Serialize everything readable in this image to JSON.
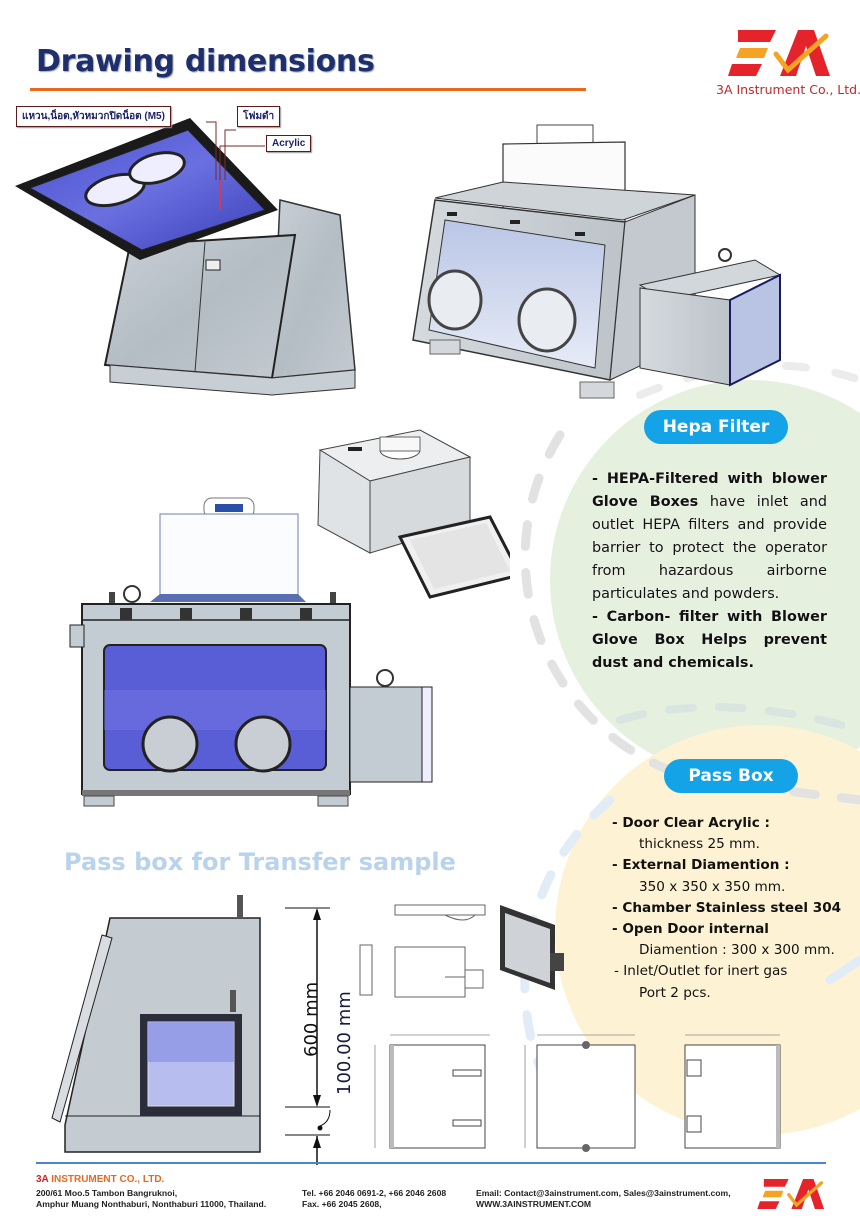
{
  "header": {
    "title": "Drawing dimensions",
    "logo_text": "3A",
    "company_name": "3A Instrument Co., Ltd."
  },
  "drawing_callouts": {
    "washer_nut_cap": "แหวน,น็อต,หัวหมวกปิดน็อต (M5)",
    "black_foam": "โฟมดำ",
    "acrylic": "Acrylic"
  },
  "hepa_filter": {
    "badge": "Hepa Filter",
    "paragraph1_bold": "- HEPA-Filtered with blower Glove Boxes",
    "paragraph1_rest": " have inlet and outlet HEPA filters and provide barrier to protect the operator from hazardous airborne particulates and powders.",
    "paragraph2_bold": "- Carbon- filter with Blower Glove Box Helps prevent dust and chemicals."
  },
  "pass_box": {
    "badge": "Pass Box",
    "section_title": "Pass box for Transfer sample",
    "specs": [
      {
        "heading": "- Door Clear Acrylic  :",
        "value": "thickness 25 mm."
      },
      {
        "heading": "- External Diamention :",
        "value": "350 x 350 x 350 mm."
      },
      {
        "heading": "- Chamber Stainless steel 304",
        "value": ""
      },
      {
        "heading": "- Open Door  internal",
        "value": "Diamention : 300 x 300 mm."
      },
      {
        "heading": "-  Inlet/Outlet for inert gas",
        "value": "Port 2 pcs."
      }
    ],
    "dimension_height": "600  mm",
    "dimension_base": "100.00 mm"
  },
  "footer": {
    "brand": "3A",
    "company": " INSTRUMENT CO., LTD.",
    "address_line1": "200/61 Moo.5 Tambon Bangruknoi,",
    "address_line2": "Amphur Muang Nonthaburi, Nonthaburi 11000, Thailand.",
    "tel": "Tel. +66 2046 0691-2, +66 2046 2608",
    "fax": "Fax. +66 2045 2608,",
    "email": "Email: Contact@3ainstrument.com, Sales@3ainstrument.com,",
    "website": "WWW.3AINSTRUMENT.COM"
  },
  "colors": {
    "title": "#1f2f6b",
    "accent_orange": "#e8691e",
    "logo_red": "#e5232b",
    "badge_blue": "#13a3e6",
    "hepa_circle": "#e6f0df",
    "pass_circle": "#fdf3d4",
    "footer_rule": "#4a86c8"
  }
}
